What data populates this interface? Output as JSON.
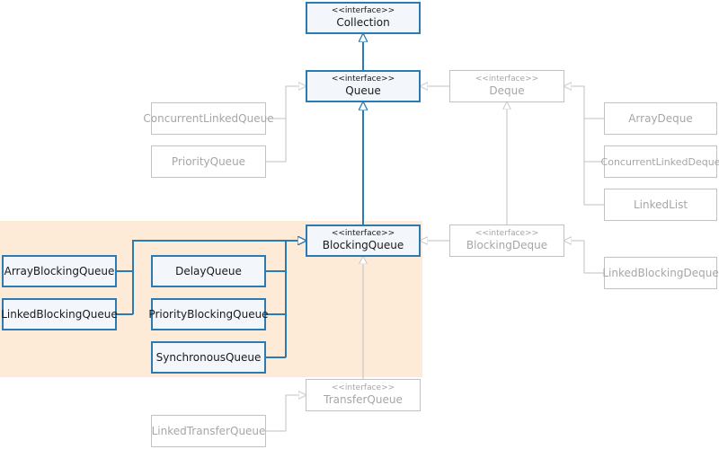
{
  "stereotype": "<<interface>>",
  "nodes": {
    "collection": {
      "name": "Collection"
    },
    "queue": {
      "name": "Queue"
    },
    "deque": {
      "name": "Deque"
    },
    "blocking_queue": {
      "name": "BlockingQueue"
    },
    "blocking_deque": {
      "name": "BlockingDeque"
    },
    "transfer_queue": {
      "name": "TransferQueue"
    },
    "concurrent_linked_queue": {
      "name": "ConcurrentLinkedQueue"
    },
    "priority_queue": {
      "name": "PriorityQueue"
    },
    "array_deque": {
      "name": "ArrayDeque"
    },
    "concurrent_linked_deque": {
      "name": "ConcurrentLinkedDeque"
    },
    "linked_list": {
      "name": "LinkedList"
    },
    "linked_blocking_deque": {
      "name": "LinkedBlockingDeque"
    },
    "array_blocking_queue": {
      "name": "ArrayBlockingQueue"
    },
    "linked_blocking_queue": {
      "name": "LinkedBlockingQueue"
    },
    "delay_queue": {
      "name": "DelayQueue"
    },
    "priority_blocking_queue": {
      "name": "PriorityBlockingQueue"
    },
    "synchronous_queue": {
      "name": "SynchronousQueue"
    },
    "linked_transfer_queue": {
      "name": "LinkedTransferQueue"
    }
  },
  "colors": {
    "highlight_fill": "#fdebd8",
    "strong_stroke": "#2a7bb4",
    "strong_fill": "#f3f6fb",
    "faded_stroke": "#c2c2c2",
    "faded_text": "#a6a6a6"
  }
}
